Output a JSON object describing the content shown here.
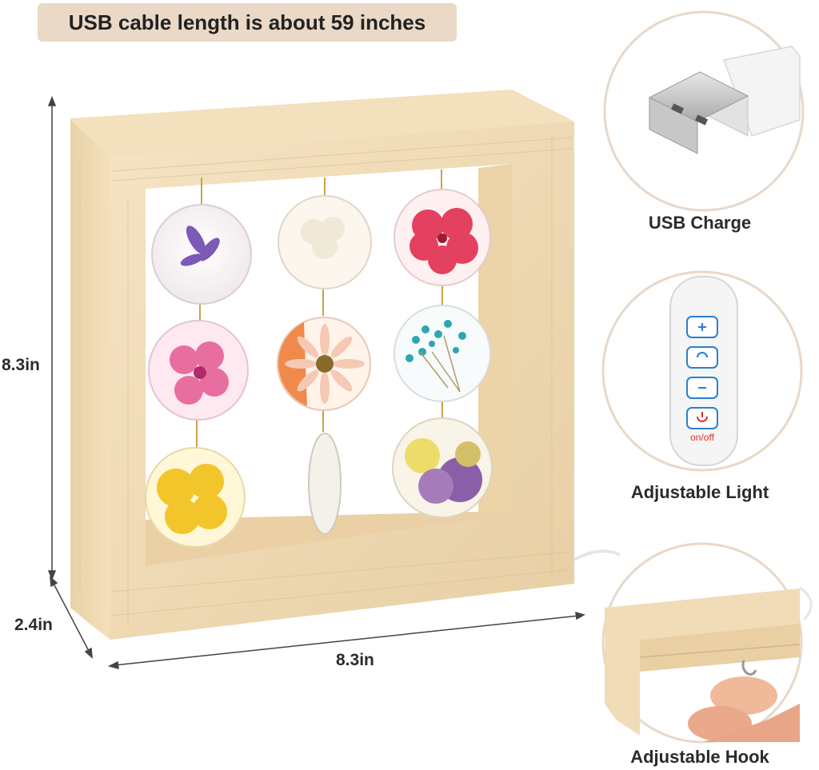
{
  "banner": {
    "text": "USB cable length is about 59 inches"
  },
  "dimensions": {
    "height": "8.3in",
    "depth": "2.4in",
    "width": "8.3in"
  },
  "features": {
    "usb": "USB Charge",
    "light": "Adjustable Light",
    "hook": "Adjustable Hook"
  },
  "remote": {
    "buttons": [
      "+",
      "mode",
      "−",
      "power"
    ],
    "power_label": "on/off",
    "accent": "#2a7fd4",
    "power_color": "#e0322e"
  },
  "colors": {
    "wood": "#f1dcb8",
    "wood_dark": "#dcc095",
    "circle_border": "#e8d8c8",
    "banner_bg": "#ead9c6"
  }
}
